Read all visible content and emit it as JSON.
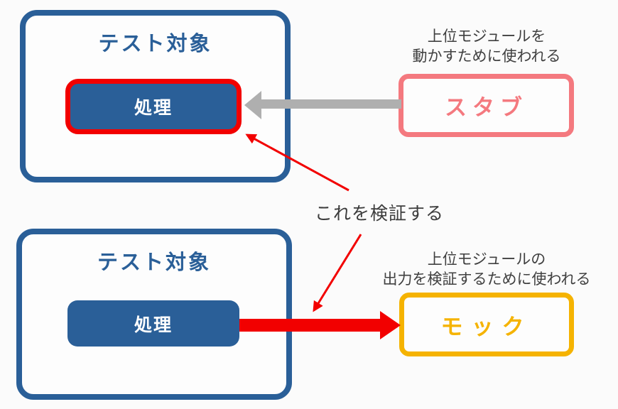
{
  "colors": {
    "dark_blue": "#2A5F98",
    "red": "#F20000",
    "gray_arrow": "#AFAFAF",
    "pink": "#F4797F",
    "amber": "#F5B301",
    "annotation_text": "#404040",
    "white": "#FFFFFF"
  },
  "top_section": {
    "target_title": "テスト対象",
    "process_label": "処理",
    "stub_annotation_line1": "上位モジュールを",
    "stub_annotation_line2": "動かすために使われる",
    "stub_label": "スタブ"
  },
  "middle": {
    "verify_label": "これを検証する"
  },
  "bottom_section": {
    "target_title": "テスト対象",
    "process_label": "処理",
    "mock_annotation_line1": "上位モジュールの",
    "mock_annotation_line2": "出力を検証するために使われる",
    "mock_label": "モック"
  }
}
